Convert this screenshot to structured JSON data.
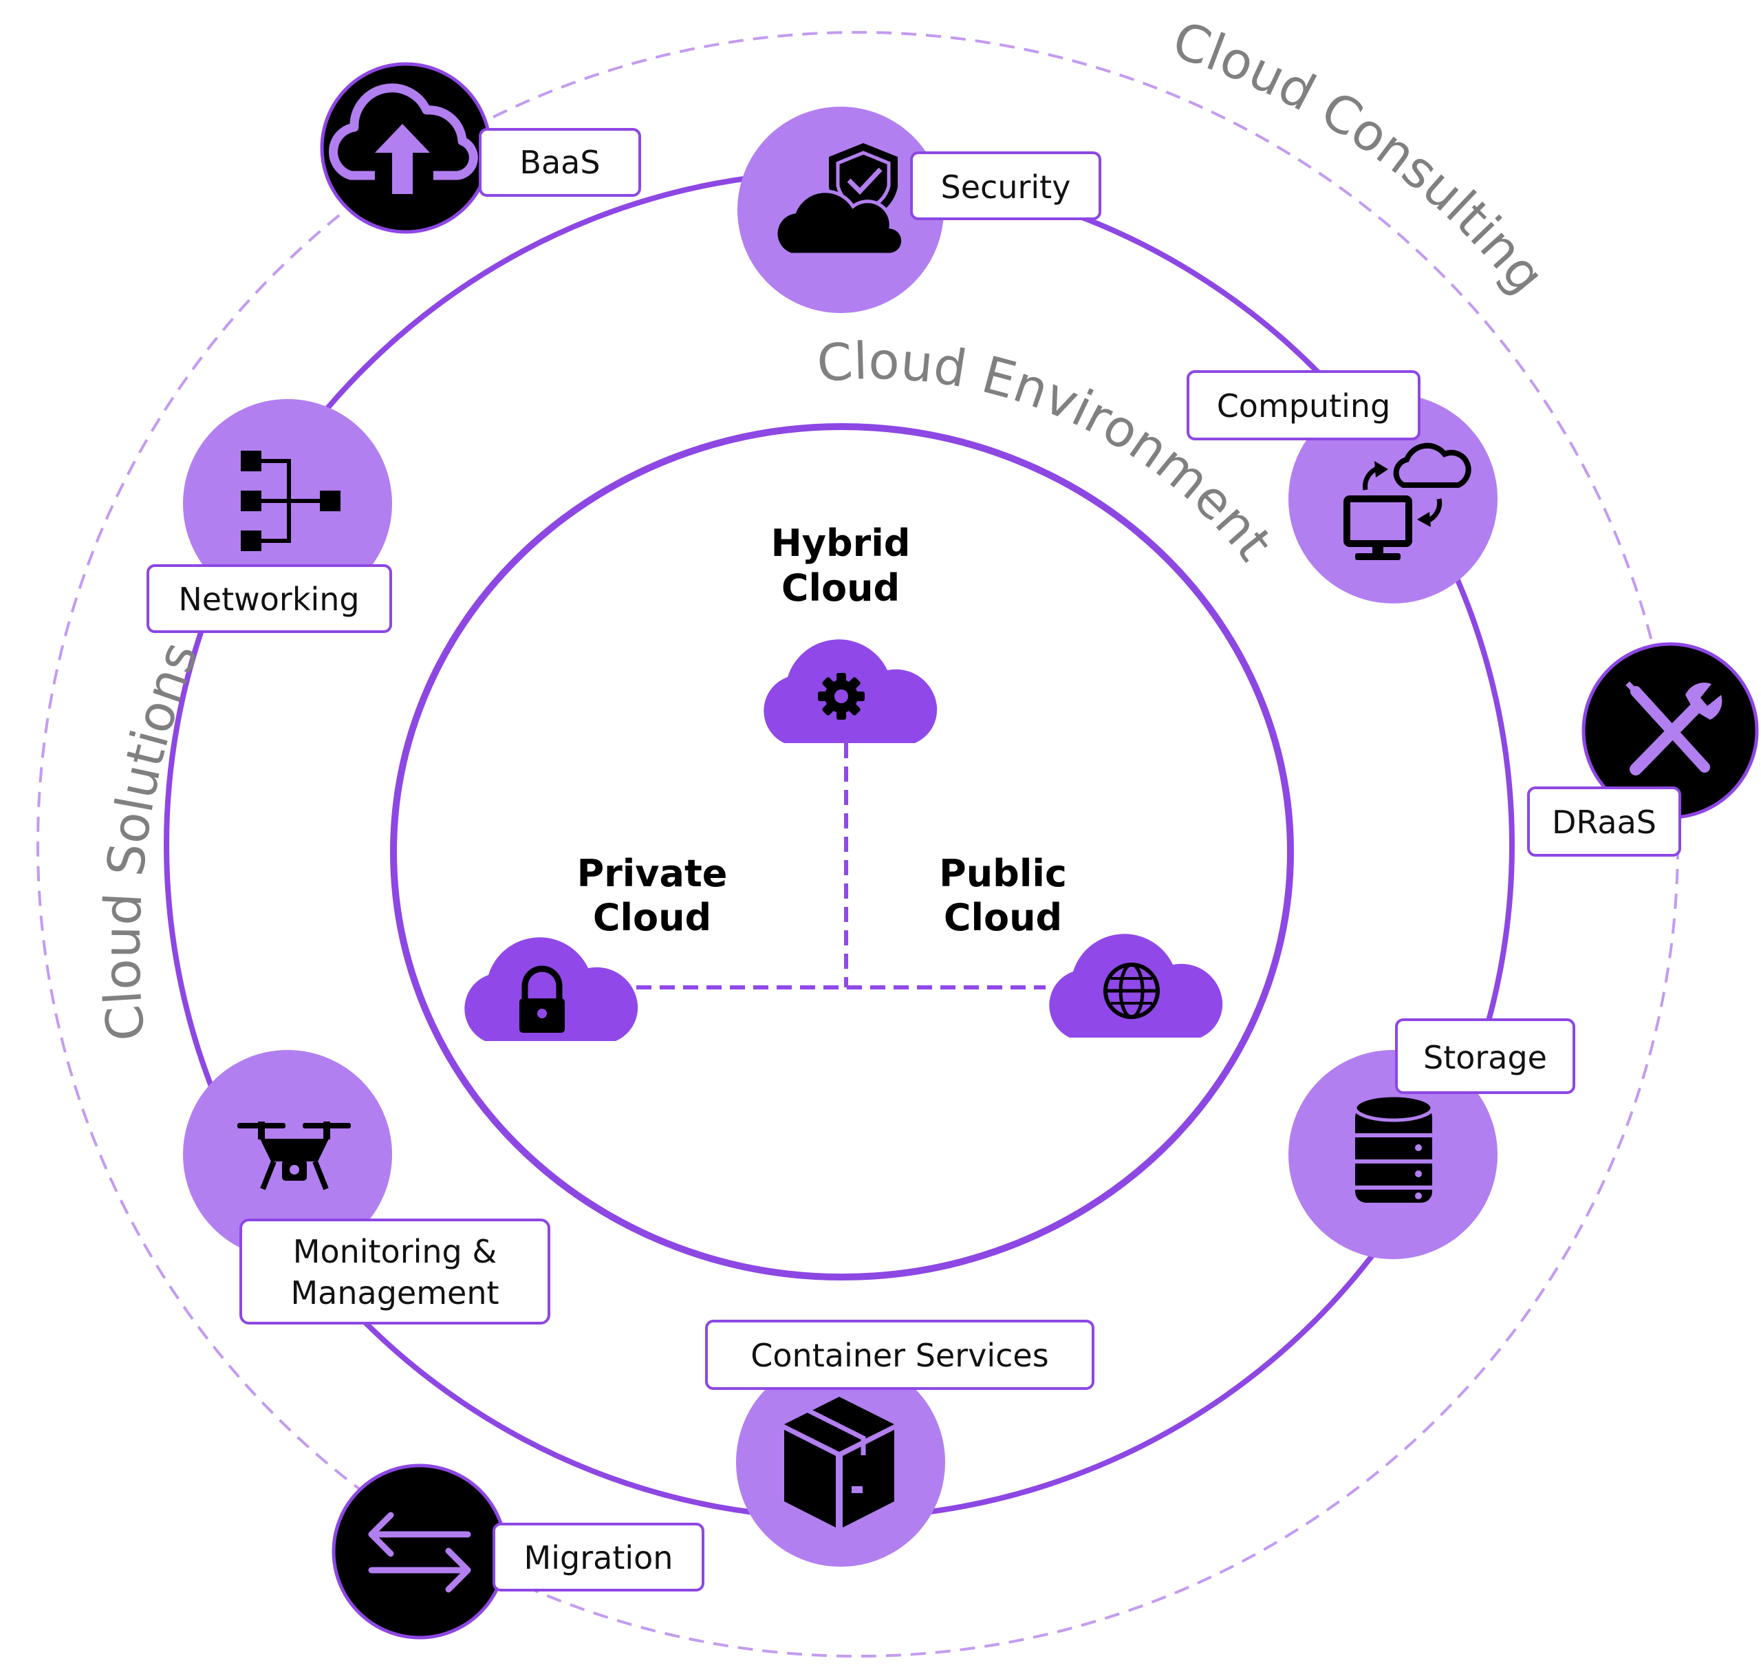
{
  "rings": {
    "outer_title_top": "Cloud Consulting",
    "outer_title_left": "Cloud Solutions",
    "middle_title": "Cloud Environments"
  },
  "environments": {
    "hybrid": [
      "Hybrid",
      "Cloud"
    ],
    "private": [
      "Private",
      "Cloud"
    ],
    "public": [
      "Public",
      "Cloud"
    ]
  },
  "services": {
    "baas": {
      "label": "BaaS",
      "icon": "cloud-upload-icon"
    },
    "security": {
      "label": "Security",
      "icon": "cloud-shield-icon"
    },
    "computing": {
      "label": "Computing",
      "icon": "computer-cloud-sync-icon"
    },
    "draas": {
      "label": "DRaaS",
      "icon": "tools-icon"
    },
    "storage": {
      "label": "Storage",
      "icon": "database-icon"
    },
    "container": {
      "label": "Container Services",
      "icon": "package-box-icon"
    },
    "migration": {
      "label": "Migration",
      "icon": "swap-arrows-icon"
    },
    "monitoring": {
      "label": [
        "Monitoring &",
        "Management"
      ],
      "icon": "drone-icon"
    },
    "networking": {
      "label": "Networking",
      "icon": "network-hierarchy-icon"
    }
  },
  "colors": {
    "ring_purple": "#8d47e3",
    "light_circle": "#b27ff0",
    "cloud_purple": "#9049e8",
    "dashed_outer": "#c39bf0",
    "dark_circle": "#000000",
    "curve_text": "#808080"
  }
}
